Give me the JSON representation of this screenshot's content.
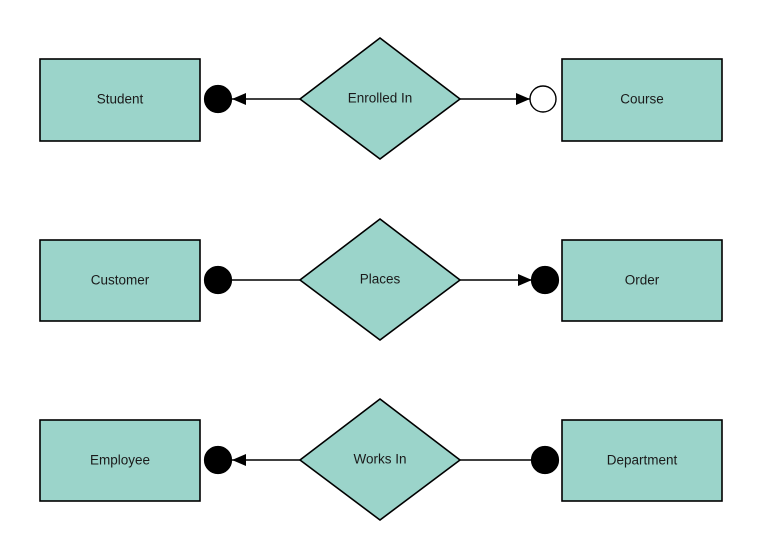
{
  "diagram": {
    "type": "entity-relationship-diagram",
    "background_color": "#ffffff",
    "entity_fill_color": "#9BD4CA",
    "stroke_color": "#000000",
    "label_color": "#1a1a1a",
    "rows": [
      {
        "id": "row-1",
        "left_entity": {
          "label": "Student"
        },
        "relationship": {
          "label": "Enrolled In"
        },
        "right_entity": {
          "label": "Course"
        },
        "left_cardinality": {
          "marker": "filled-circle",
          "arrow": "toward-entity"
        },
        "right_cardinality": {
          "marker": "open-circle",
          "arrow": "toward-entity"
        }
      },
      {
        "id": "row-2",
        "left_entity": {
          "label": "Customer"
        },
        "relationship": {
          "label": "Places"
        },
        "right_entity": {
          "label": "Order"
        },
        "left_cardinality": {
          "marker": "filled-circle",
          "arrow": "none"
        },
        "right_cardinality": {
          "marker": "filled-circle",
          "arrow": "toward-entity"
        }
      },
      {
        "id": "row-3",
        "left_entity": {
          "label": "Employee"
        },
        "relationship": {
          "label": "Works In"
        },
        "right_entity": {
          "label": "Department"
        },
        "left_cardinality": {
          "marker": "filled-circle",
          "arrow": "toward-entity"
        },
        "right_cardinality": {
          "marker": "filled-circle",
          "arrow": "none"
        }
      }
    ]
  }
}
